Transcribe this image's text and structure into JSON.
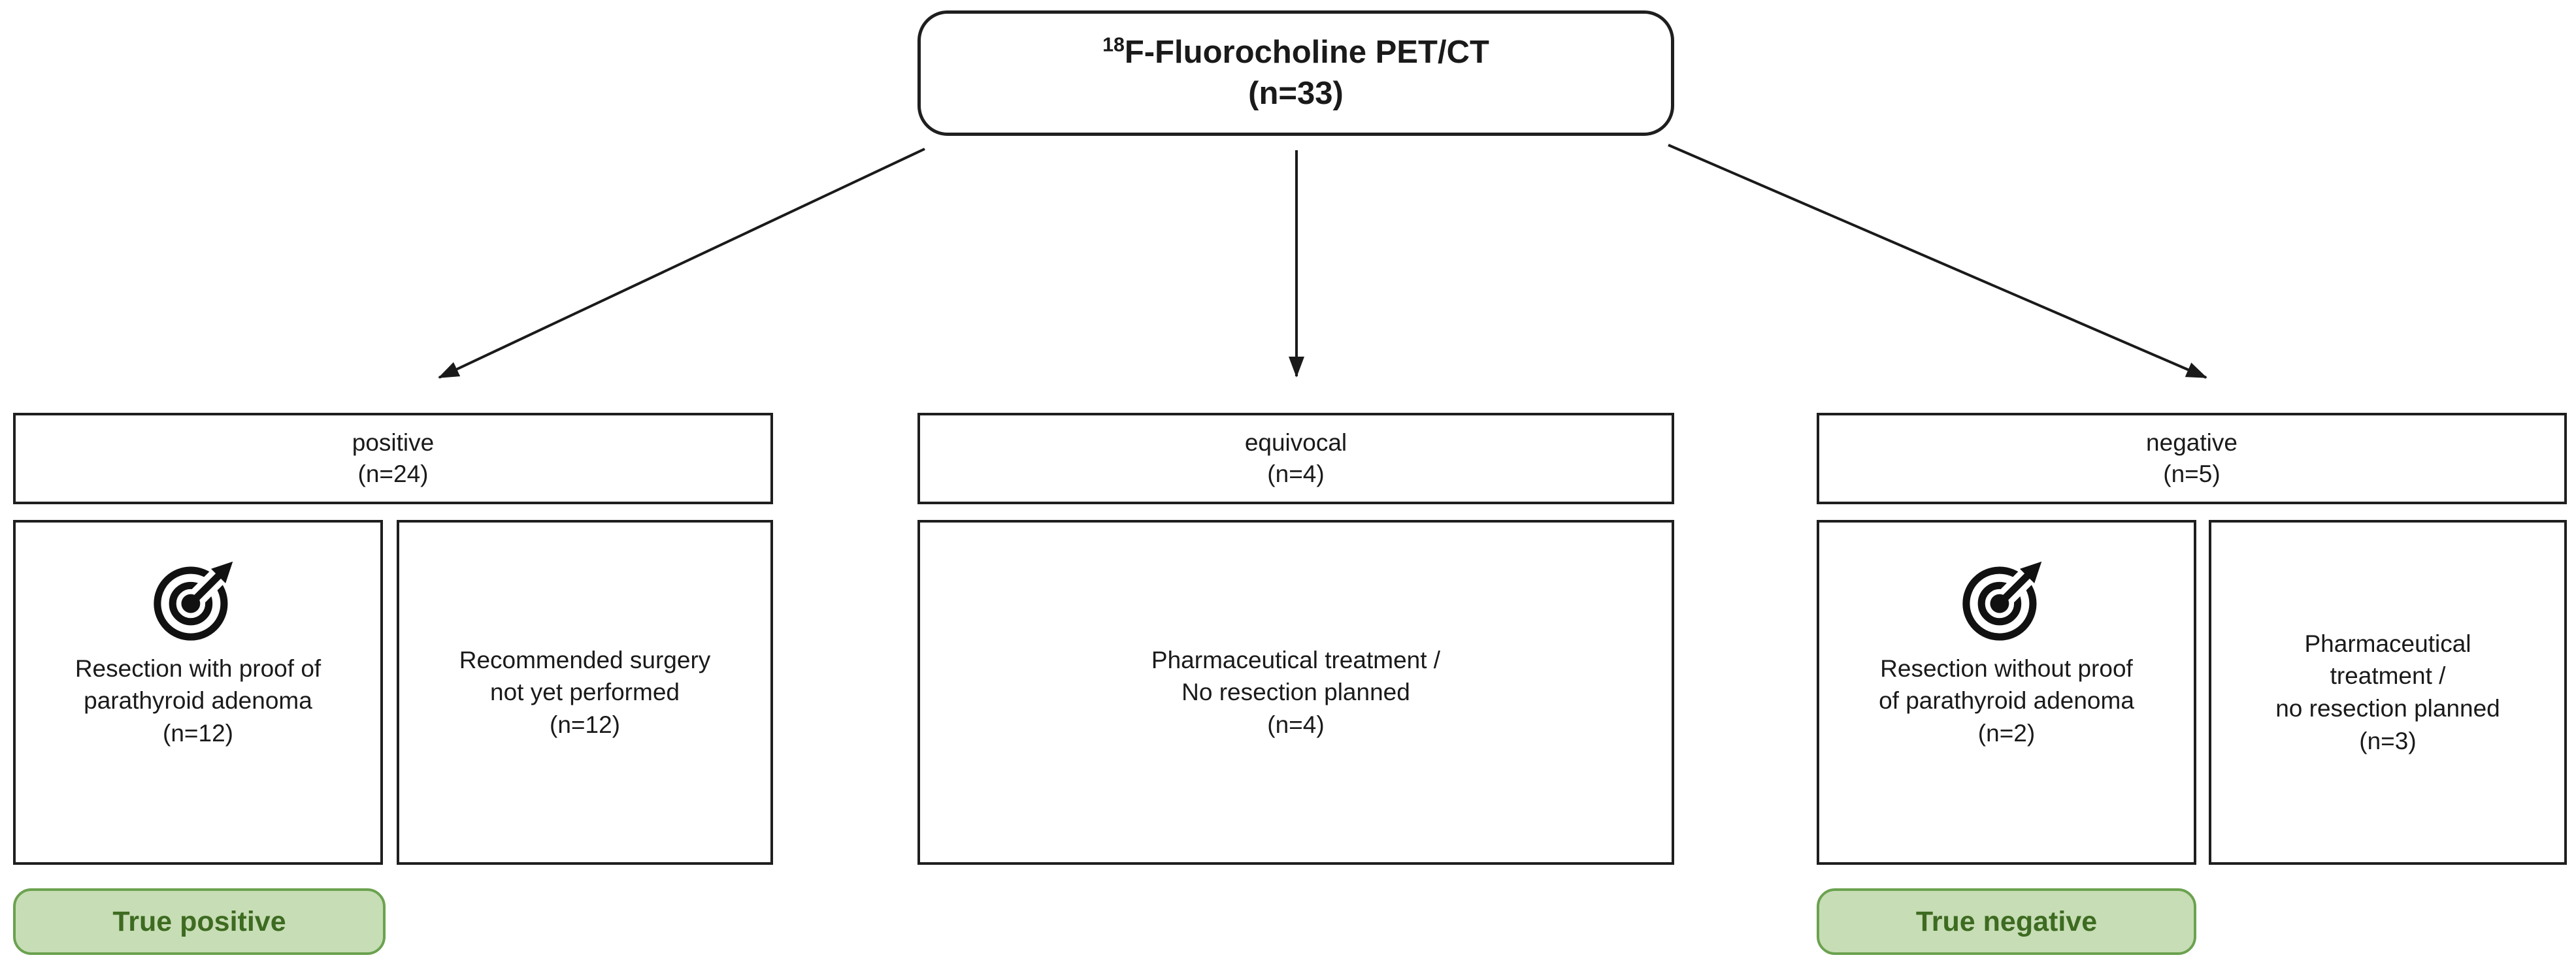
{
  "diagram": {
    "type": "flowchart",
    "root": {
      "isotope": "18",
      "name": "F-Fluorocholine PET/CT",
      "n": "(n=33)"
    },
    "branches": [
      {
        "name": "positive",
        "header": "positive\n(n=24)",
        "outcomes": [
          {
            "icon": "target-icon",
            "text": "Resection with proof of\nparathyroid adenoma\n(n=12)"
          },
          {
            "icon": null,
            "text": "Recommended surgery\nnot yet performed\n(n=12)"
          }
        ],
        "badge": "True positive"
      },
      {
        "name": "equivocal",
        "header": "equivocal\n(n=4)",
        "outcomes": [
          {
            "icon": null,
            "text": "Pharmaceutical treatment /\nNo resection planned\n(n=4)"
          }
        ],
        "badge": null
      },
      {
        "name": "negative",
        "header": "negative\n(n=5)",
        "outcomes": [
          {
            "icon": "target-icon",
            "text": "Resection without proof\nof parathyroid adenoma\n(n=2)"
          },
          {
            "icon": null,
            "text": "Pharmaceutical\ntreatment /\nno resection planned\n(n=3)"
          }
        ],
        "badge": "True negative"
      }
    ],
    "colors": {
      "background": "#ffffff",
      "box_border": "#1f1f1f",
      "text": "#1a1a1a",
      "arrow": "#1a1a1a",
      "badge_fill": "#c7ddb5",
      "badge_border": "#6ba24f",
      "badge_text": "#3d6b21"
    }
  }
}
